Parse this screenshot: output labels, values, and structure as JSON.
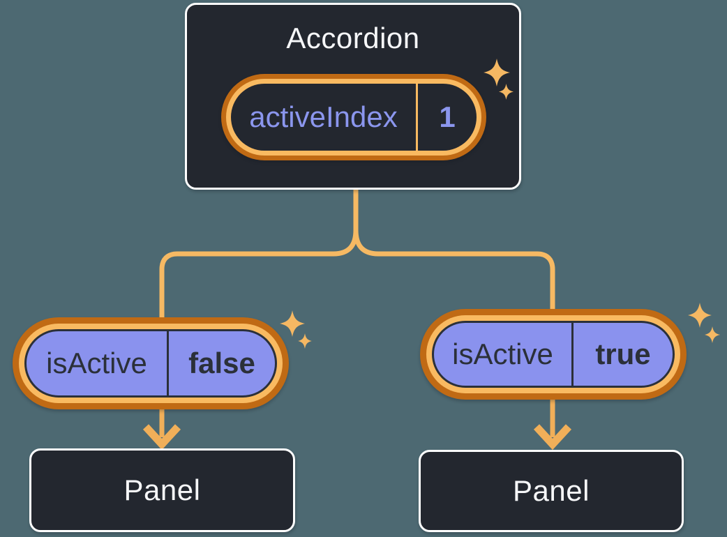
{
  "canvas": {
    "background": "#4D6972"
  },
  "colors": {
    "box_background": "#23272F",
    "box_border": "#FFFFFF",
    "ring_outer_orange": "#C06A14",
    "ring_inner_orange": "#F9BA61",
    "pill_purple": "#8A92EE",
    "purple_text": "#8B96EE",
    "dark_text": "#2B3039",
    "light_text": "#F6F7F9",
    "connector_line": "#F6B963",
    "arrow": "#F1AF59",
    "sparkle": "#F5B863"
  },
  "accordion": {
    "title": "Accordion",
    "pill": {
      "label": "activeIndex",
      "value": "1"
    }
  },
  "branches": [
    {
      "pill": {
        "label": "isActive",
        "value": "false"
      },
      "panel": {
        "title": "Panel"
      }
    },
    {
      "pill": {
        "label": "isActive",
        "value": "true"
      },
      "panel": {
        "title": "Panel"
      }
    }
  ],
  "icons": {
    "sparkle": "four-point-star"
  }
}
